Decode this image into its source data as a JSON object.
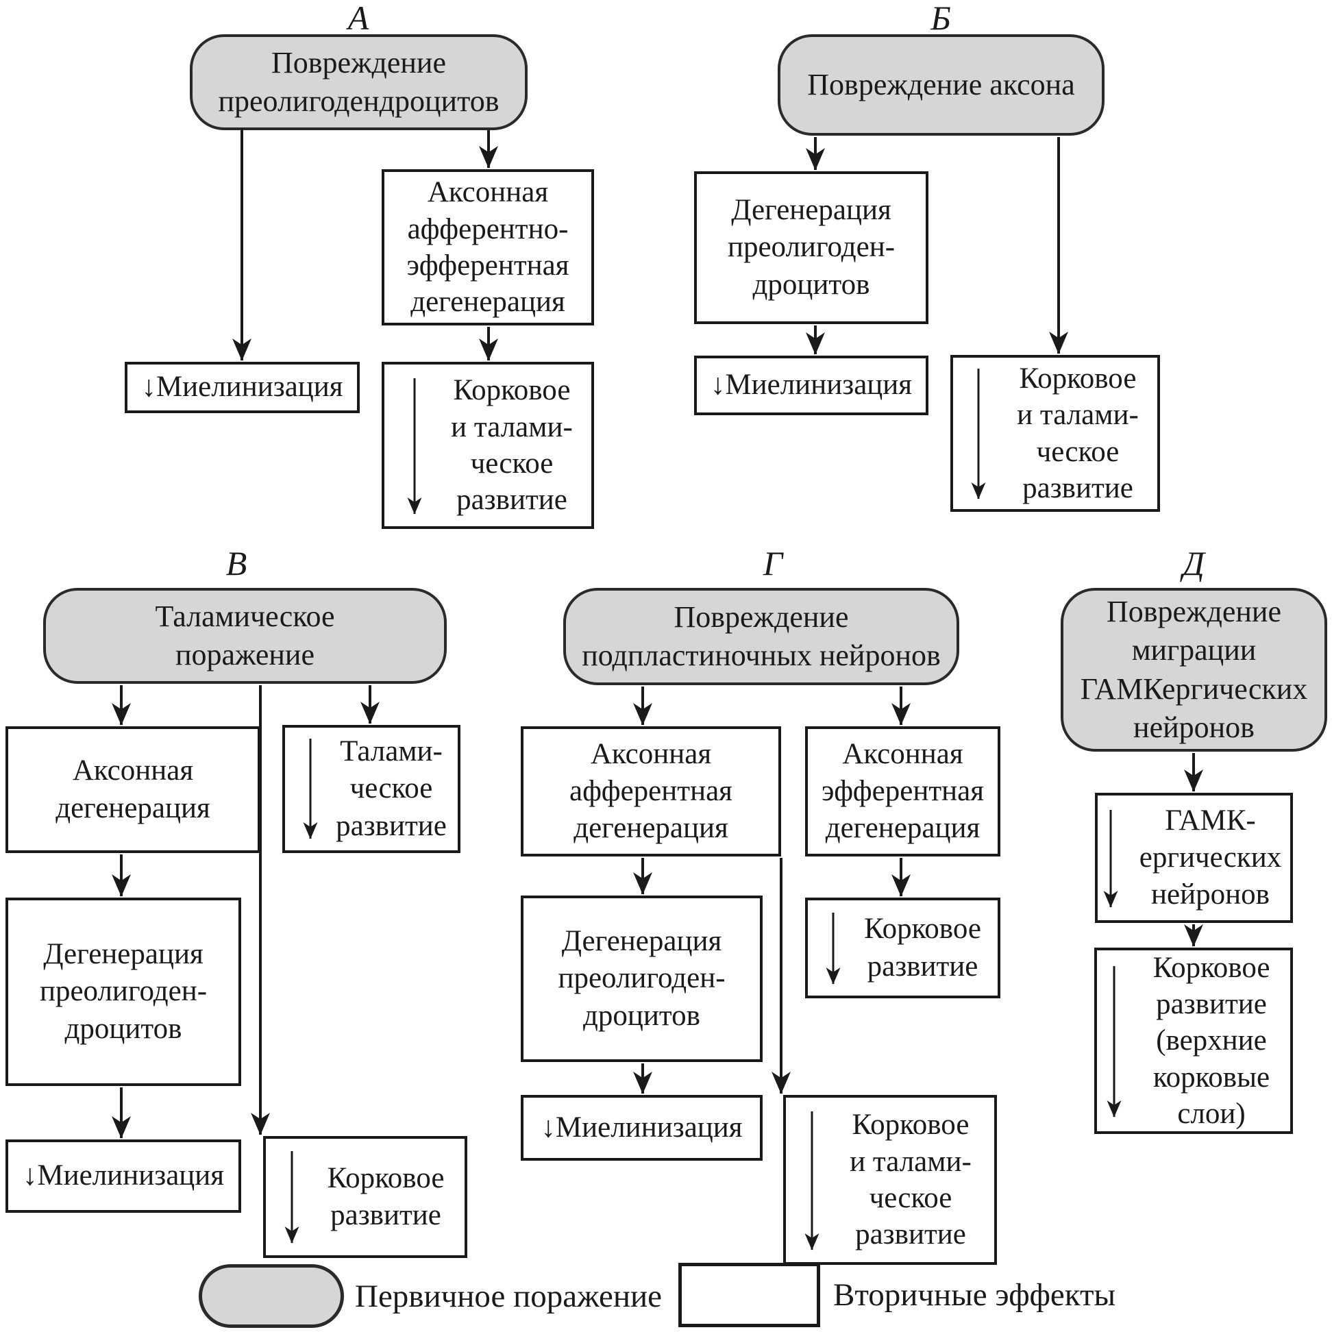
{
  "figure": {
    "type": "flowchart",
    "language": "ru",
    "description": "Five panels showing primary brain lesions and their secondary effects"
  },
  "panel_labels": {
    "a": "А",
    "b": "Б",
    "v": "В",
    "g": "Г",
    "d": "Д"
  },
  "nodes": {
    "a_primary": "Повреждение\nпреолигодендроцитов",
    "a_axonal": "Аксонная\nафферентно-\nэфферентная\nдегенерация",
    "a_myelin": "↓Миелинизация",
    "a_cortdev": "Корковое\nи талами-\nческое\nразвитие",
    "b_primary": "Повреждение аксона",
    "b_degen": "Дегенерация\nпреолигоден-\nдроцитов",
    "b_myelin": "↓Миелинизация",
    "b_cortdev": "Корковое\nи талами-\nческое\nразвитие",
    "v_primary": "Таламическое\nпоражение",
    "v_axonal": "Аксонная\nдегенерация",
    "v_thaldev": "Талами-\nческое\nразвитие",
    "v_degen": "Дегенерация\nпреолигоден-\nдроцитов",
    "v_myelin": "↓Миелинизация",
    "v_cortdev": "Корковое\nразвитие",
    "g_primary": "Повреждение\nподпластиночных нейронов",
    "g_afferent": "Аксонная\nафферентная\nдегенерация",
    "g_efferent": "Аксонная\nэфферентная\nдегенерация",
    "g_degen": "Дегенерация\nпреолигоден-\nдроцитов",
    "g_myelin": "↓Миелинизация",
    "g_cortdev": "Корковое\nразвитие",
    "g_cortthal": "Корковое\nи талами-\nческое\nразвитие",
    "d_primary": "Повреждение\nмиграции\nГАМКергических\nнейронов",
    "d_gaba": "ГАМК-\nергических\nнейронов",
    "d_cortdev": "Корковое\nразвитие\n(верхние\nкорковые\nслои)"
  },
  "legend": {
    "primary": "Первичное поражение",
    "secondary": "Вторичные эффекты"
  },
  "icons": {
    "decrease_arrow": "↓",
    "flow_arrow": "down-arrow"
  },
  "colors": {
    "primary_fill": "#d6d6d6",
    "stroke": "#1a1a1a",
    "background": "#ffffff"
  }
}
